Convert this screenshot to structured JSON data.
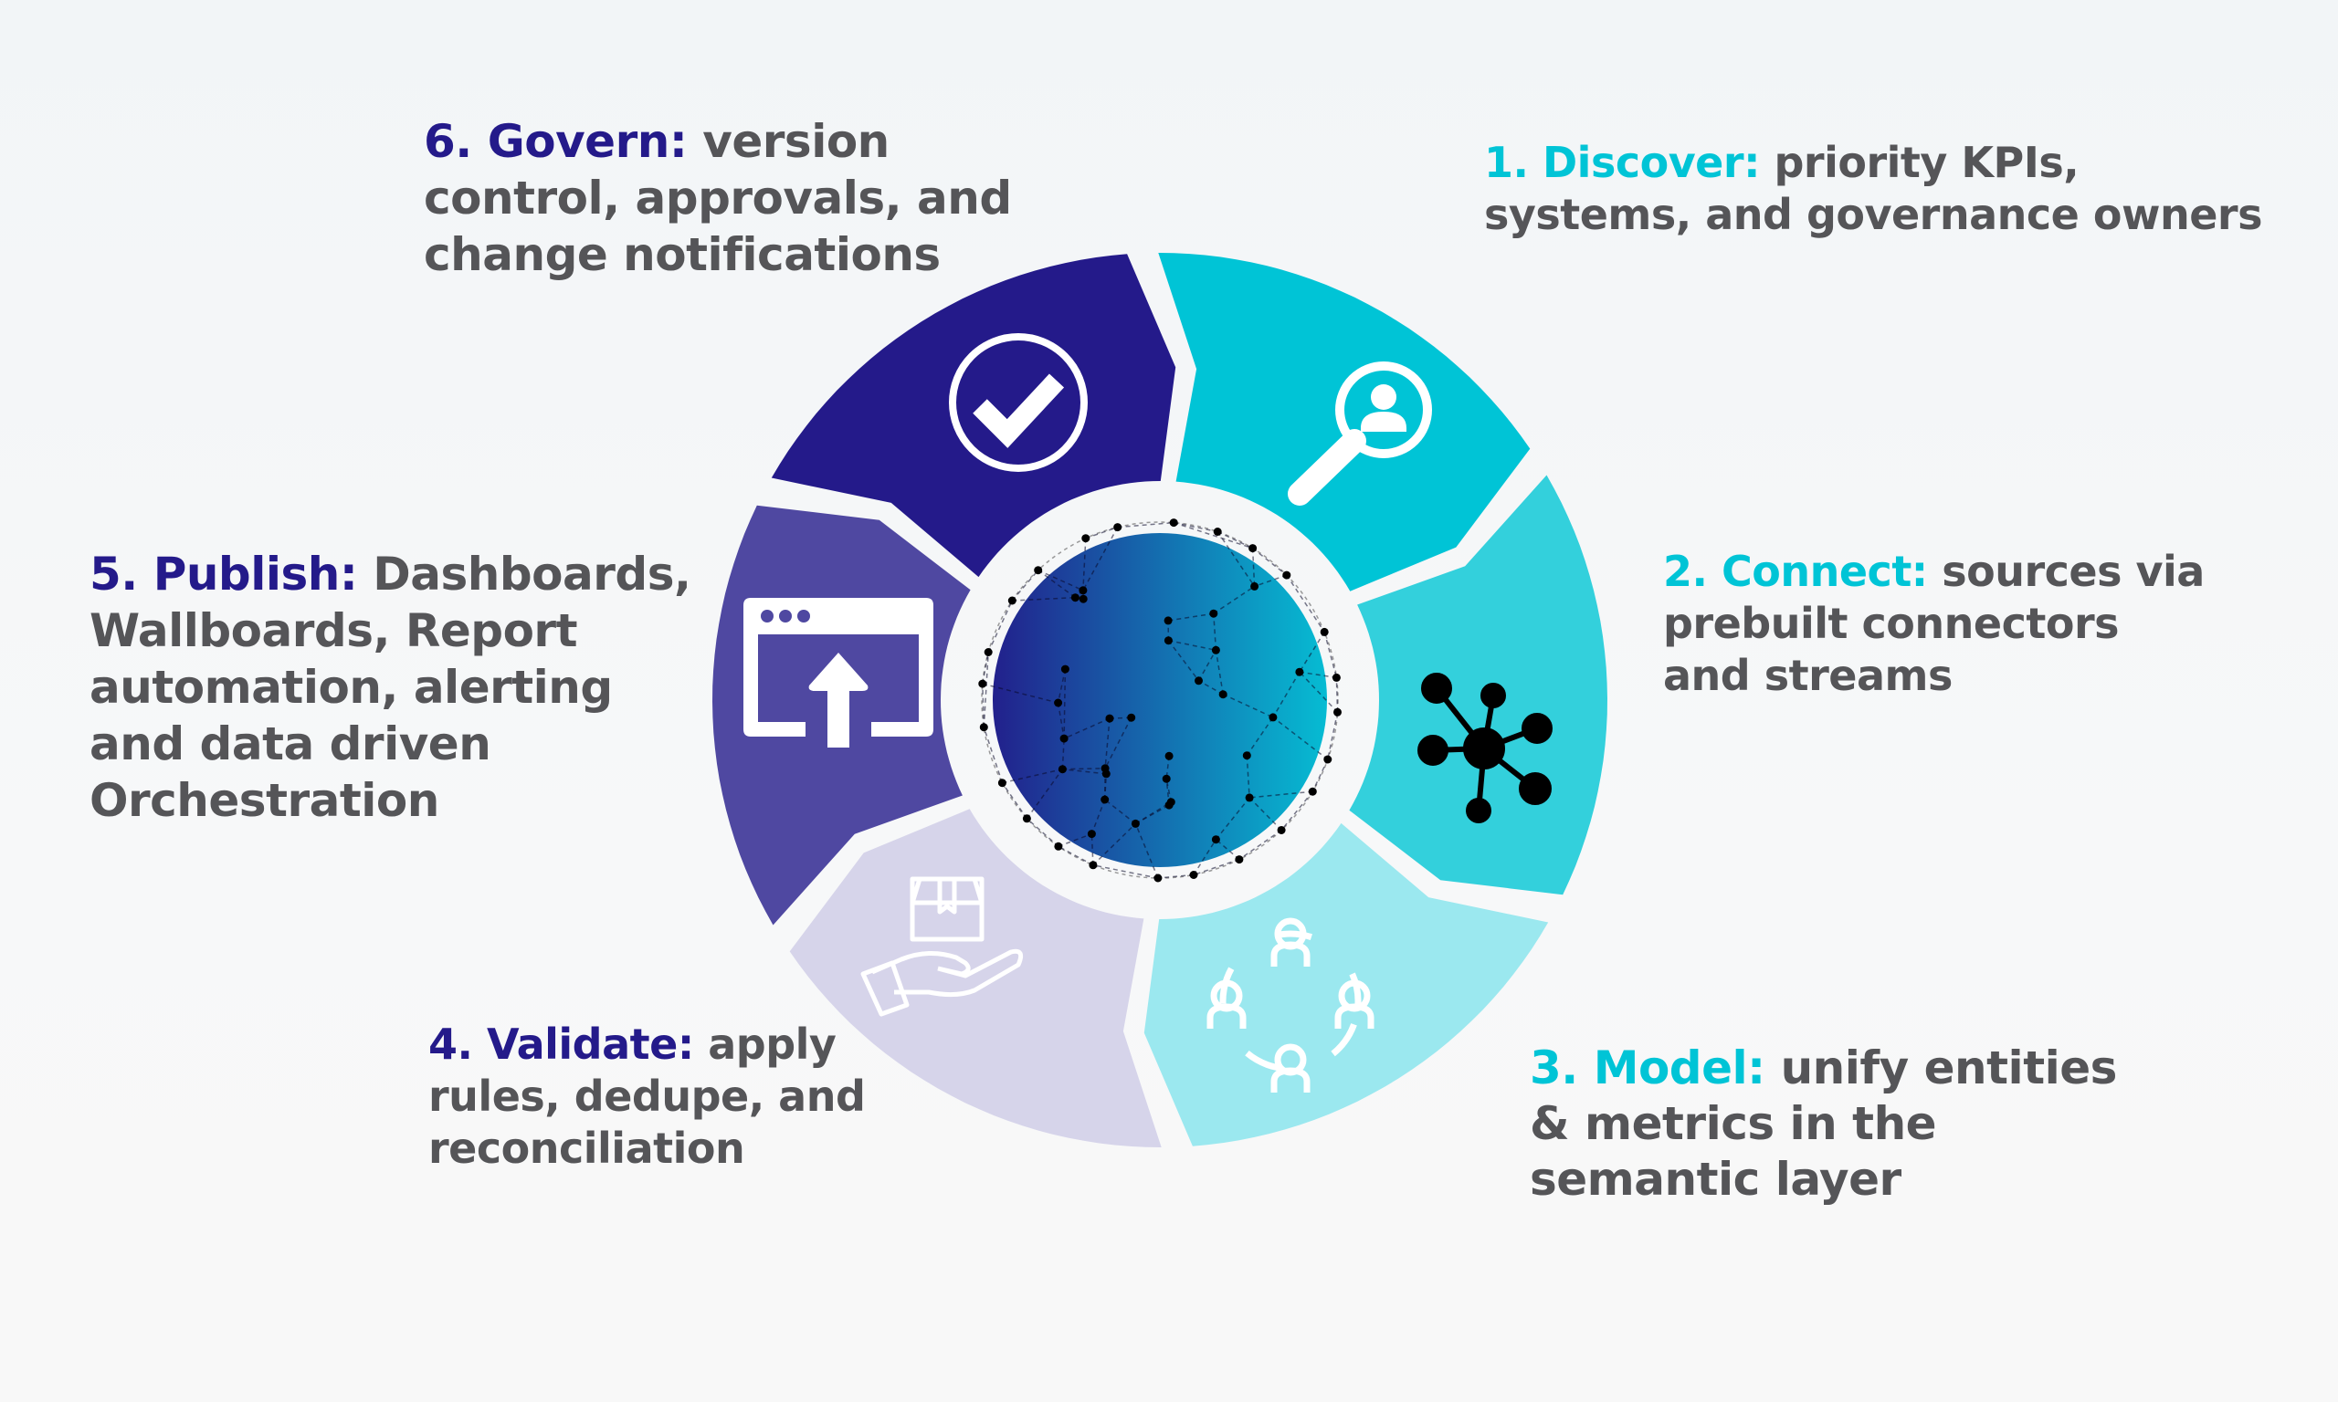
{
  "colors": {
    "govern": "#241a8a",
    "discover": "#00c4d6",
    "connect": "#33d0dc",
    "model": "#9be8ef",
    "validate": "#d6d4ea",
    "publish": "#4f48a1",
    "body_text": "#555558",
    "globe_left": "#22208c",
    "globe_right": "#06bcd3"
  },
  "steps": [
    {
      "id": "discover",
      "label": "1. Discover:",
      "lines": [
        "priority KPIs,",
        "systems, and governance owners"
      ],
      "icon": "magnifier-user-icon"
    },
    {
      "id": "connect",
      "label": "2. Connect:",
      "lines": [
        "sources via",
        "prebuilt connectors",
        "and streams"
      ],
      "icon": "network-hub-icon"
    },
    {
      "id": "model",
      "label": "3. Model:",
      "lines": [
        "unify entities",
        "& metrics in the",
        "semantic layer"
      ],
      "icon": "people-circle-icon"
    },
    {
      "id": "validate",
      "label": "4. Validate:",
      "lines": [
        "apply",
        "rules, dedupe, and",
        "reconciliation"
      ],
      "icon": "box-in-hand-icon"
    },
    {
      "id": "publish",
      "label": "5. Publish:",
      "lines": [
        "Dashboards,",
        "Wallboards, Report",
        "automation, alerting",
        "and data driven",
        "Orchestration"
      ],
      "icon": "upload-window-icon"
    },
    {
      "id": "govern",
      "label": "6. Govern:",
      "lines": [
        "version",
        "control, approvals, and",
        "change notifications"
      ],
      "icon": "check-circle-icon"
    }
  ]
}
